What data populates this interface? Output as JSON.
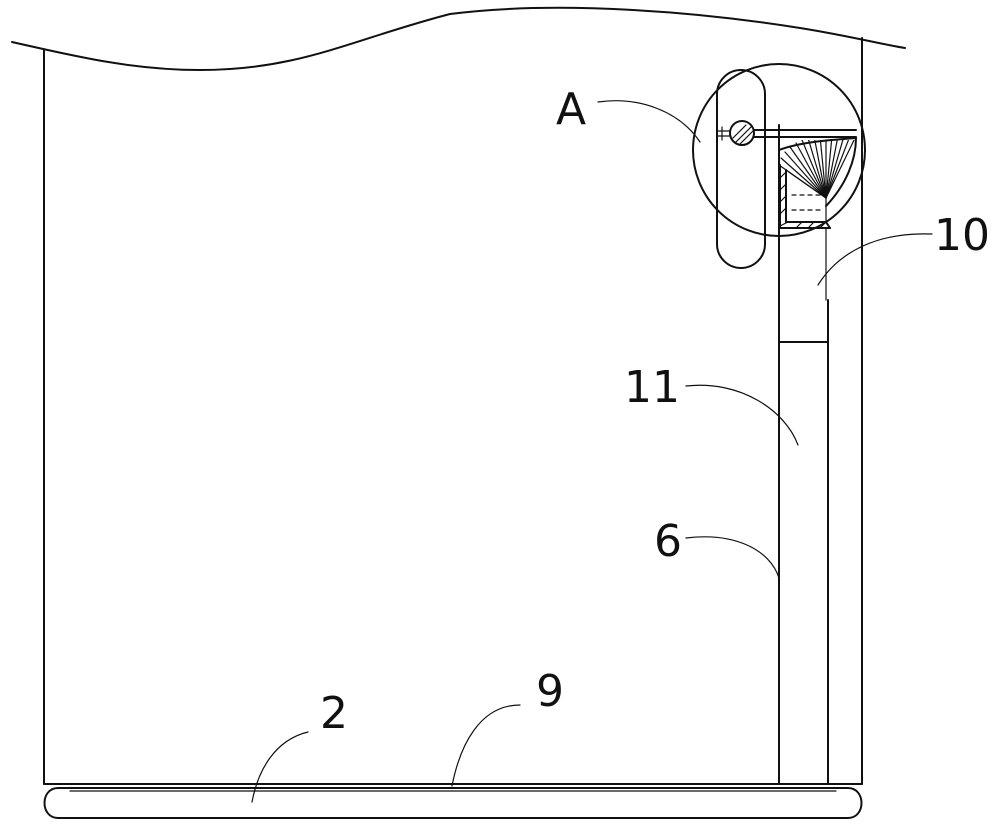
{
  "labels": {
    "detail": "A",
    "l10": "10",
    "l11": "11",
    "l6": "6",
    "l2": "2",
    "l9": "9"
  }
}
